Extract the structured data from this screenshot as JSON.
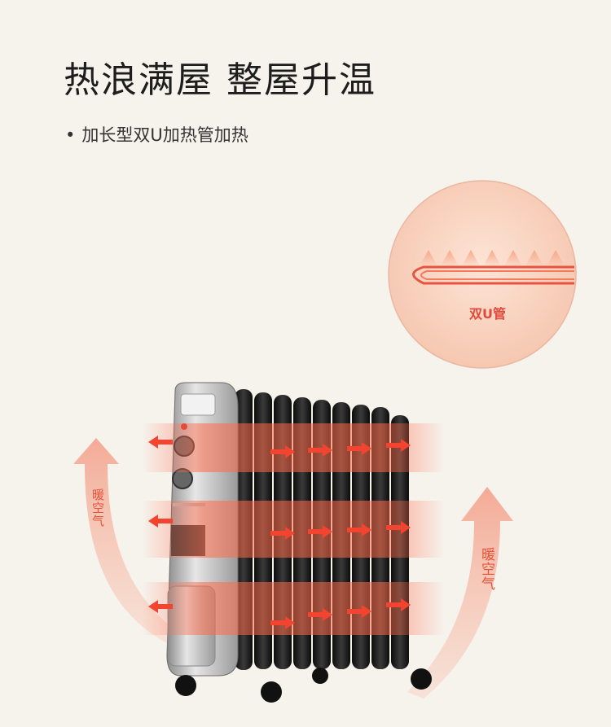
{
  "headline": "热浪满屋  整屋升温",
  "feature": {
    "bullet": "•",
    "text": "加长型双U加热管加热"
  },
  "callout": {
    "label": "双U管"
  },
  "air_labels": {
    "left": "暖空气",
    "right": "暖空气"
  },
  "colors": {
    "accent": "#e14a3a",
    "heater_body": "#1a1a1a",
    "panel": "#c9c9c9",
    "background": "#f6f2ec"
  }
}
